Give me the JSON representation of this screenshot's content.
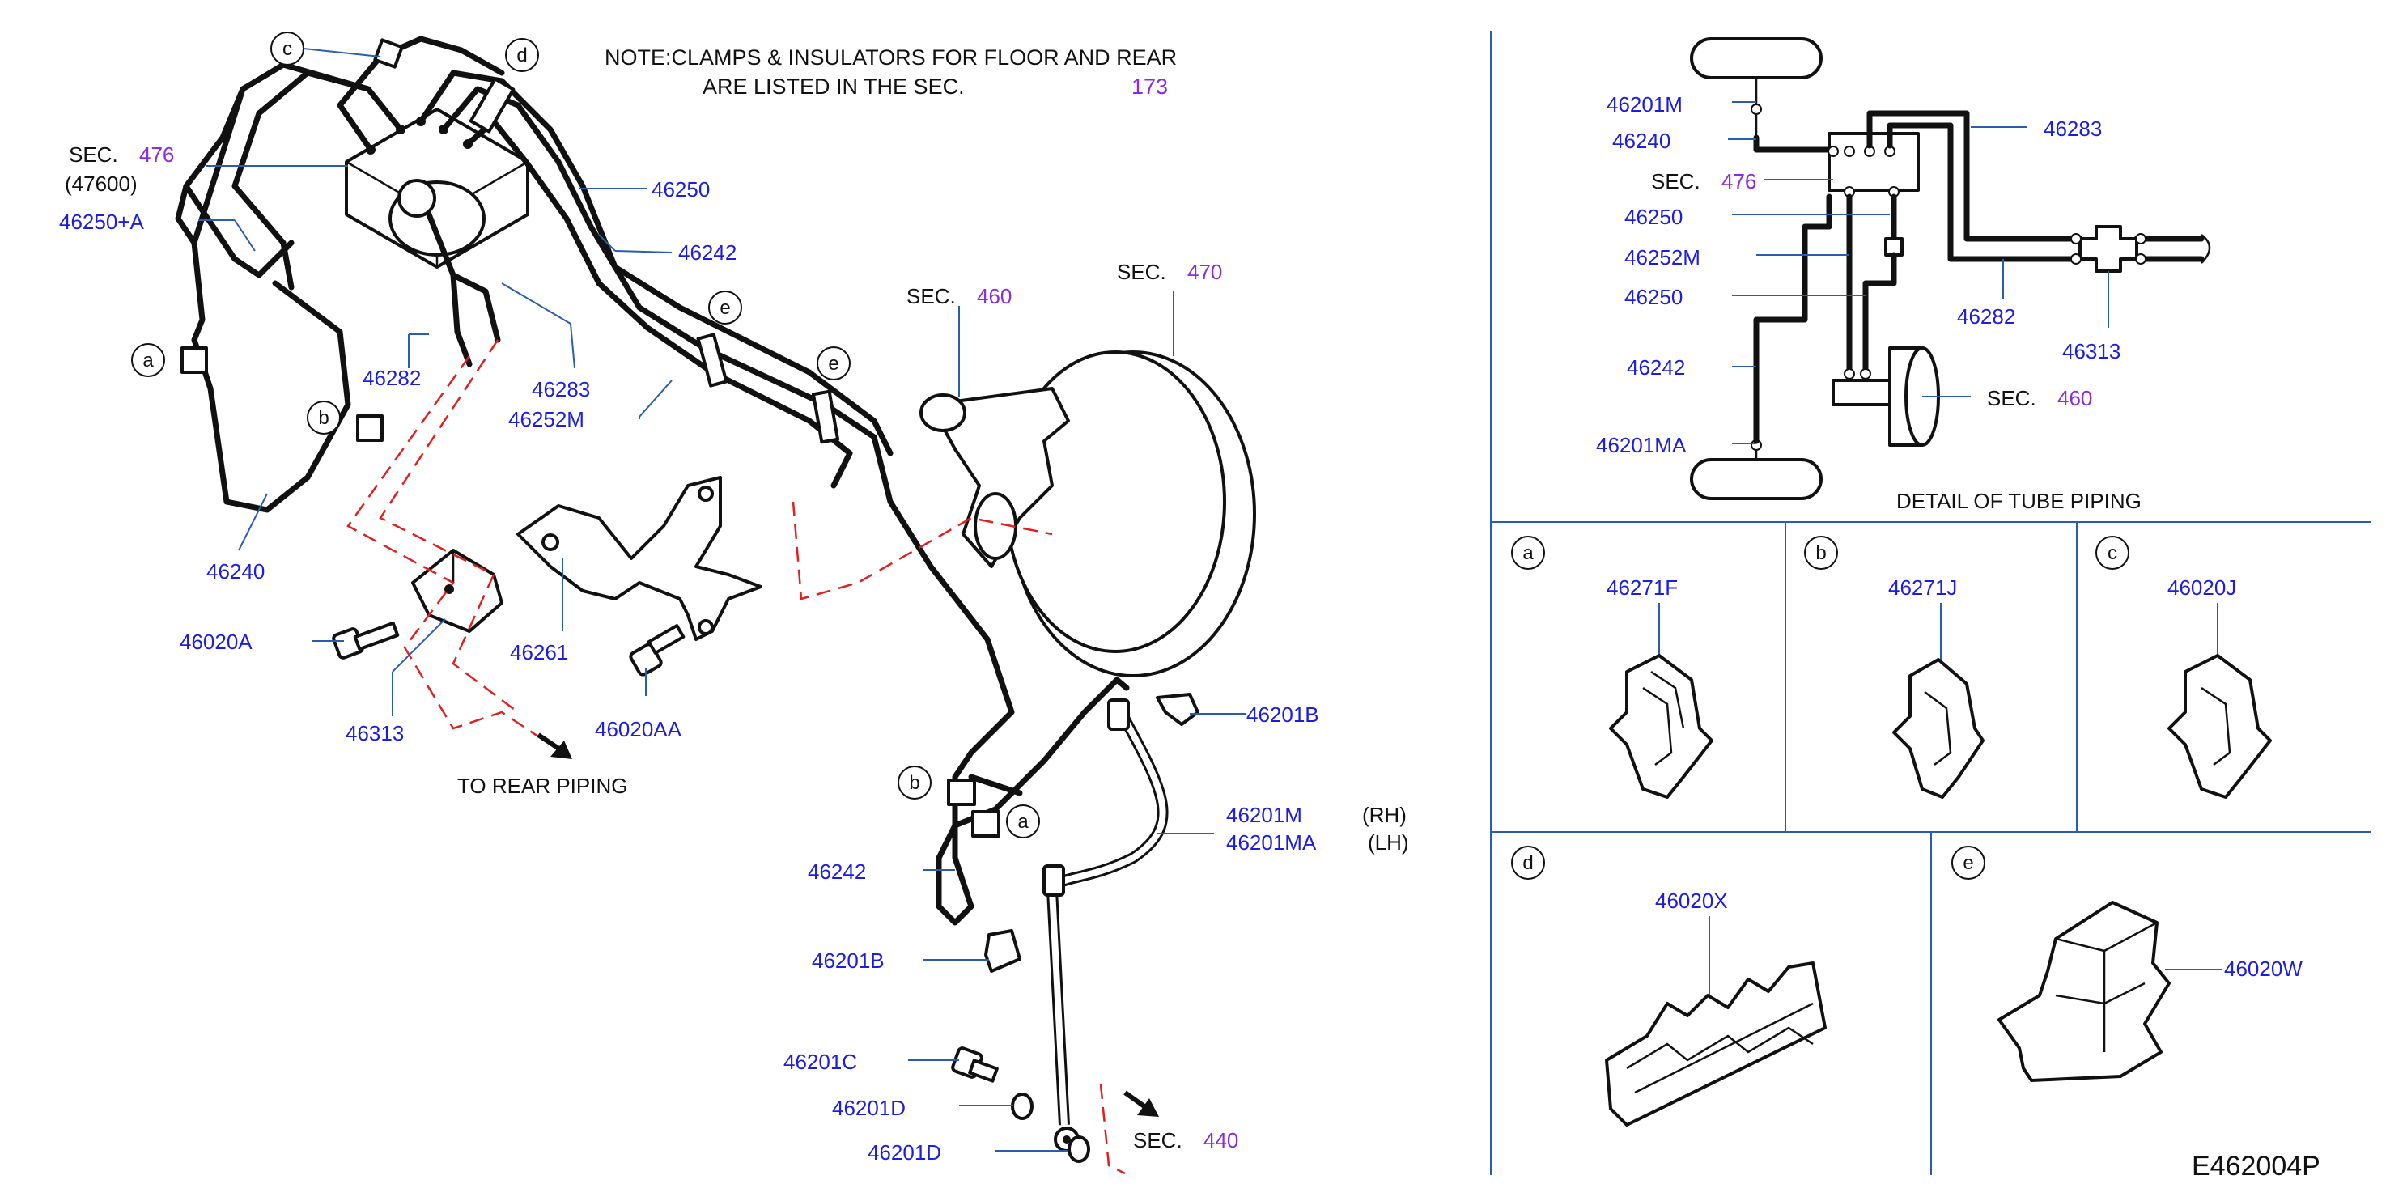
{
  "note": {
    "line1": "NOTE:CLAMPS  &  INSULATORS  FOR  FLOOR  AND  REAR",
    "line2": "ARE  LISTED  IN  THE  SEC.",
    "sec_ref": "173"
  },
  "main": {
    "sec_prefix": "SEC.",
    "sec476": "476",
    "sec476_sub": "(47600)",
    "sec460": "460",
    "sec470": "470",
    "sec440": "440",
    "p46250A": "46250+A",
    "p46250": "46250",
    "p46242a": "46242",
    "p46282": "46282",
    "p46283": "46283",
    "p46252M": "46252M",
    "p46240": "46240",
    "p46020A": "46020A",
    "p46313": "46313",
    "p46261": "46261",
    "p46020AA": "46020AA",
    "to_rear": "TO  REAR  PIPING",
    "p46201B_top": "46201B",
    "p46201M": "46201M",
    "p46201MA": "46201MA",
    "rh": "(RH)",
    "lh": "(LH)",
    "p46242b": "46242",
    "p46201B_bot": "46201B",
    "p46201C": "46201C",
    "p46201D_a": "46201D",
    "p46201D_b": "46201D",
    "callouts": {
      "a": "a",
      "b": "b",
      "c": "c",
      "d": "d",
      "e": "e"
    }
  },
  "detail": {
    "title": "DETAIL  OF  TUBE  PIPING",
    "p46201M": "46201M",
    "p46240": "46240",
    "sec476": "476",
    "p46250a": "46250",
    "p46252M": "46252M",
    "p46250b": "46250",
    "p46242": "46242",
    "p46201MA": "46201MA",
    "p46283": "46283",
    "p46282": "46282",
    "p46313": "46313",
    "sec460": "460"
  },
  "panels": [
    {
      "letter": "a",
      "part": "46271F"
    },
    {
      "letter": "b",
      "part": "46271J"
    },
    {
      "letter": "c",
      "part": "46020J"
    },
    {
      "letter": "d",
      "part": "46020X"
    },
    {
      "letter": "e",
      "part": "46020W"
    }
  ],
  "diagram_code": "E462004P",
  "colors": {
    "part_number": "#1d1de0",
    "section_ref": "#8a2be2",
    "leader": "#2a5db0",
    "phantom": "#e02020"
  }
}
